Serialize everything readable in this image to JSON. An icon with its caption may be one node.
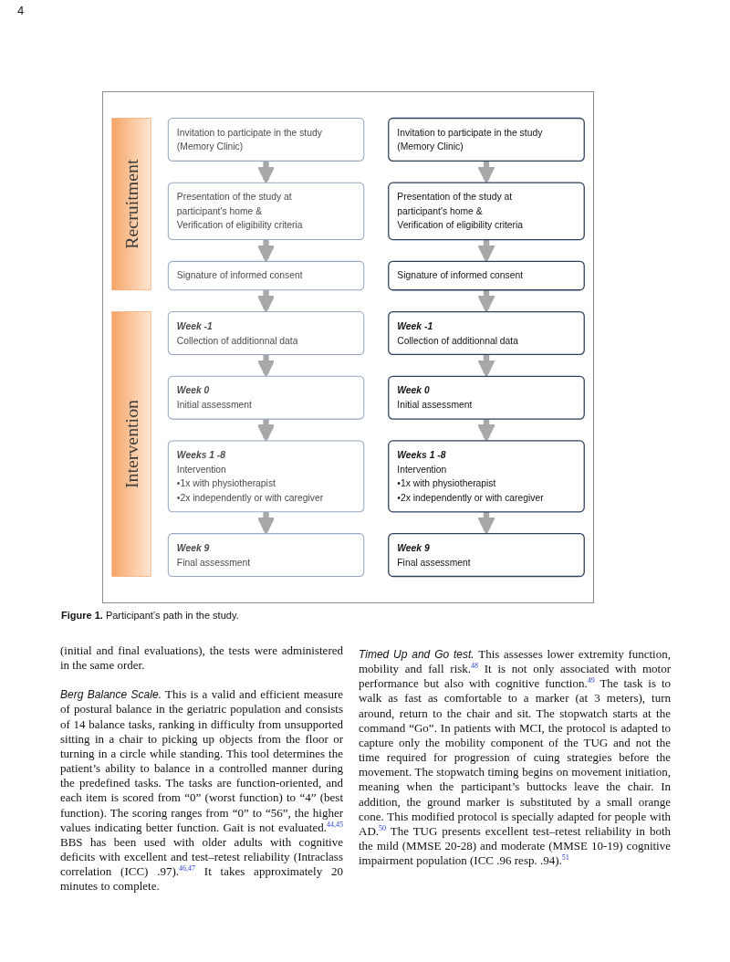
{
  "diagram": {
    "caption": "**Figure 1.** Participant’s path in the study.",
    "nodes": [
      {
        "text": [
          "Recruitment"
        ]
      },
      {
        "text": [
          "Invitation to participate in the study (Memory Clinic)"
        ]
      },
      {
        "text": [
          "Presentation of the study at participant's home &",
          "Verification of eligibility criteria"
        ]
      },
      {
        "text": [
          "Signature of informed consent"
        ]
      },
      {
        "text": [
          "Intervention"
        ]
      },
      {
        "text": [
          "Week -1",
          "Collection of additionnal data"
        ]
      },
      {
        "text": [
          "Week 0",
          "Initial assessment"
        ]
      },
      {
        "text": [
          "Weeks 1 -8",
          "Intervention",
          "•1x with physiotherapist",
          "•2x independently or with caregiver"
        ]
      },
      {
        "text": [
          "Week 9",
          "Final assessment"
        ]
      },
      {
        "text": [
          "Invitation to participate in the study (Memory Clinic)"
        ]
      },
      {
        "text": [
          "Presentation of the study at participant's home &",
          "Verification of eligibility criteria"
        ]
      },
      {
        "text": [
          "Signature of informed consent"
        ]
      },
      {
        "text": [
          "Week -1",
          "Collection of additionnal data"
        ]
      },
      {
        "text": [
          "Week 0",
          "Initial assessment"
        ]
      },
      {
        "text": [
          "Weeks 1 -8",
          "Intervention",
          "•1x with physiotherapist",
          "•2x independently or with caregiver"
        ]
      },
      {
        "text": [
          "Week 9",
          "Final assessment"
        ]
      }
    ],
    "edges": [
      {
        "from": 1,
        "to": 2,
        "arrow": "to"
      },
      {
        "from": 2,
        "to": 3,
        "arrow": "to"
      },
      {
        "from": 3,
        "to": 5,
        "arrow": "to"
      },
      {
        "from": 5,
        "to": 6,
        "arrow": "to"
      },
      {
        "from": 6,
        "to": 7,
        "arrow": "to"
      },
      {
        "from": 7,
        "to": 8,
        "arrow": "to"
      },
      {
        "from": 9,
        "to": 10,
        "arrow": "to"
      },
      {
        "from": 10,
        "to": 11,
        "arrow": "to"
      },
      {
        "from": 11,
        "to": 12,
        "arrow": "to"
      },
      {
        "from": 12,
        "to": 13,
        "arrow": "to"
      },
      {
        "from": 13,
        "to": 14,
        "arrow": "to"
      },
      {
        "from": 14,
        "to": 15,
        "arrow": "to"
      }
    ],
    "labels": [
      "4",
      "(initial and final evaluations), the tests were administered in the same order.",
      "*Berg Balance Scale.* This is a valid and efficient measure of postural balance in the geriatric population and consists of 14 balance tasks, ranking in difficulty from unsupported sitting in a chair to picking up objects from the floor or turning in a circle while standing. This tool determines the patient’s ability to balance in a controlled manner during the predefined tasks. The tasks are function-oriented, and each item is scored from “0” (worst function) to “4” (best function). The scoring ranges from “0” to “56”, the higher values indicating better function. Gait is not evaluated.$^{44,45}$ BBS has been used with older adults with cognitive deficits with excellent and test–retest reliability (Intraclass correlation (ICC) .97).$^{46,47}$ It takes approximately 20 minutes to complete.",
      "*Timed Up and Go test.* This assesses lower extremity function, mobility and fall risk.$^{48}$ It is not only associated with motor performance but also with cognitive function.$^{49}$ The task is to walk as fast as comfortable to a marker (at 3 meters), turn around, return to the chair and sit. The stopwatch starts at the command “Go”. In patients with MCI, the protocol is adapted to capture only the mobility component of the TUG and not the time required for progression of cuing strategies before the movement. The stopwatch timing begins on movement initiation, meaning when the participant’s buttocks leave the chair. In addition, the ground marker is substituted by a small orange cone. This modified protocol is specially adapted for people with AD.$^{50}$ The TUG presents excellent test–retest reliability in both the mild (MMSE 20-28) and moderate (MMSE 10-19) cognitive impairment population (ICC .96 resp. .94).$^{51}$"
    ]
  }
}
